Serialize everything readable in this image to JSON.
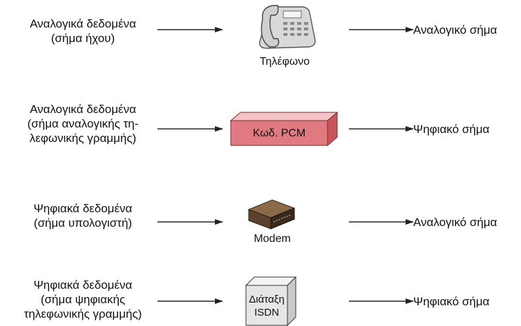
{
  "rows": [
    {
      "input_lines": [
        "Αναλογικά δεδομένα",
        "(σήμα ήχου)"
      ],
      "device_label": "Τηλέφωνο",
      "device_icon": "telephone-icon",
      "output": "Αναλογικό σήμα"
    },
    {
      "input_lines": [
        "Αναλογικά δεδομένα",
        "(σήμα αναλογικής τη-",
        "λεφωνικής γραμμής)"
      ],
      "device_label": "Κωδ. PCM",
      "device_icon": "pcm-codec-box",
      "output": "Ψηφιακό σήμα"
    },
    {
      "input_lines": [
        "Ψηφιακά δεδομένα",
        "(σήμα υπολογιστή)"
      ],
      "device_label": "Modem",
      "device_icon": "modem-icon",
      "output": "Αναλογικό σήμα"
    },
    {
      "input_lines": [
        "Ψηφιακά δεδομένα",
        "(σήμα ψηφιακής",
        "τηλεφωνικής γραμμής)"
      ],
      "device_label_lines": [
        "Διάταξη",
        "ISDN"
      ],
      "device_icon": "isdn-device-box",
      "output": "Ψηφιακό σήμα"
    }
  ],
  "colors": {
    "pcm_front": "#e07a80",
    "pcm_top": "#f2c2c4",
    "pcm_side": "#c9545c",
    "isdn_front": "#e6e6e6",
    "isdn_top": "#f4f4f4",
    "isdn_side": "#c9c9c9",
    "arrow": "#222222"
  }
}
